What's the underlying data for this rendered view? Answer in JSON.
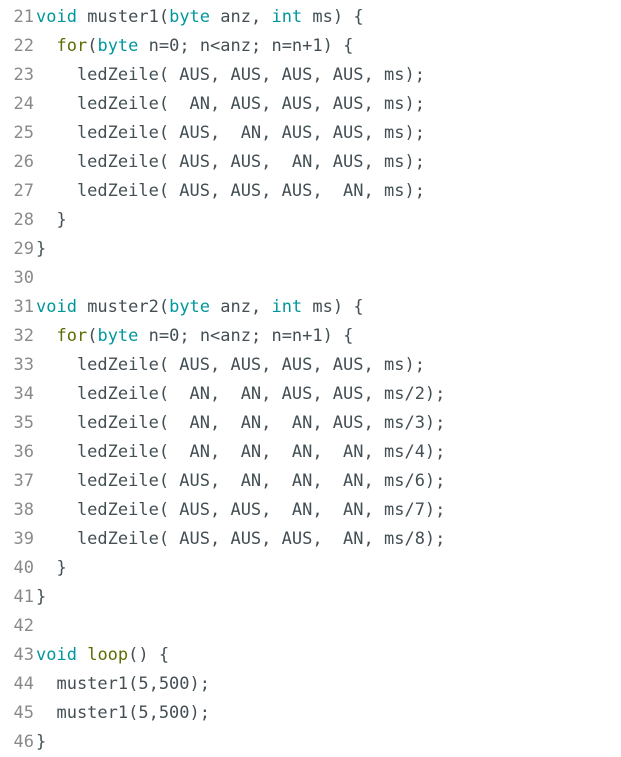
{
  "editor": {
    "colors": {
      "text": "#434f54",
      "keyword": "#00979c",
      "function": "#5e6d03",
      "line_number": "#8a8a8a"
    },
    "lines": [
      {
        "num": "21",
        "segments": [
          {
            "t": "void",
            "c": "kw"
          },
          {
            "t": " muster1(",
            "c": "code"
          },
          {
            "t": "byte",
            "c": "kw"
          },
          {
            "t": " anz, ",
            "c": "code"
          },
          {
            "t": "int",
            "c": "kw"
          },
          {
            "t": " ms) {",
            "c": "code"
          }
        ]
      },
      {
        "num": "22",
        "segments": [
          {
            "t": "  ",
            "c": "code"
          },
          {
            "t": "for",
            "c": "fn"
          },
          {
            "t": "(",
            "c": "code"
          },
          {
            "t": "byte",
            "c": "kw"
          },
          {
            "t": " n=0; n<anz; n=n+1) {",
            "c": "code"
          }
        ]
      },
      {
        "num": "23",
        "segments": [
          {
            "t": "    ledZeile( AUS, AUS, AUS, AUS, ms);",
            "c": "code"
          }
        ]
      },
      {
        "num": "24",
        "segments": [
          {
            "t": "    ledZeile(  AN, AUS, AUS, AUS, ms);",
            "c": "code"
          }
        ]
      },
      {
        "num": "25",
        "segments": [
          {
            "t": "    ledZeile( AUS,  AN, AUS, AUS, ms);",
            "c": "code"
          }
        ]
      },
      {
        "num": "26",
        "segments": [
          {
            "t": "    ledZeile( AUS, AUS,  AN, AUS, ms);",
            "c": "code"
          }
        ]
      },
      {
        "num": "27",
        "segments": [
          {
            "t": "    ledZeile( AUS, AUS, AUS,  AN, ms);",
            "c": "code"
          }
        ]
      },
      {
        "num": "28",
        "segments": [
          {
            "t": "  }",
            "c": "code"
          }
        ]
      },
      {
        "num": "29",
        "segments": [
          {
            "t": "}",
            "c": "code"
          }
        ]
      },
      {
        "num": "30",
        "segments": []
      },
      {
        "num": "31",
        "segments": [
          {
            "t": "void",
            "c": "kw"
          },
          {
            "t": " muster2(",
            "c": "code"
          },
          {
            "t": "byte",
            "c": "kw"
          },
          {
            "t": " anz, ",
            "c": "code"
          },
          {
            "t": "int",
            "c": "kw"
          },
          {
            "t": " ms) {",
            "c": "code"
          }
        ]
      },
      {
        "num": "32",
        "segments": [
          {
            "t": "  ",
            "c": "code"
          },
          {
            "t": "for",
            "c": "fn"
          },
          {
            "t": "(",
            "c": "code"
          },
          {
            "t": "byte",
            "c": "kw"
          },
          {
            "t": " n=0; n<anz; n=n+1) {",
            "c": "code"
          }
        ]
      },
      {
        "num": "33",
        "segments": [
          {
            "t": "    ledZeile( AUS, AUS, AUS, AUS, ms);",
            "c": "code"
          }
        ]
      },
      {
        "num": "34",
        "segments": [
          {
            "t": "    ledZeile(  AN,  AN, AUS, AUS, ms/2);",
            "c": "code"
          }
        ]
      },
      {
        "num": "35",
        "segments": [
          {
            "t": "    ledZeile(  AN,  AN,  AN, AUS, ms/3);",
            "c": "code"
          }
        ]
      },
      {
        "num": "36",
        "segments": [
          {
            "t": "    ledZeile(  AN,  AN,  AN,  AN, ms/4);",
            "c": "code"
          }
        ]
      },
      {
        "num": "37",
        "segments": [
          {
            "t": "    ledZeile( AUS,  AN,  AN,  AN, ms/6);",
            "c": "code"
          }
        ]
      },
      {
        "num": "38",
        "segments": [
          {
            "t": "    ledZeile( AUS, AUS,  AN,  AN, ms/7);",
            "c": "code"
          }
        ]
      },
      {
        "num": "39",
        "segments": [
          {
            "t": "    ledZeile( AUS, AUS, AUS,  AN, ms/8);",
            "c": "code"
          }
        ]
      },
      {
        "num": "40",
        "segments": [
          {
            "t": "  }",
            "c": "code"
          }
        ]
      },
      {
        "num": "41",
        "segments": [
          {
            "t": "}",
            "c": "code"
          }
        ]
      },
      {
        "num": "42",
        "segments": []
      },
      {
        "num": "43",
        "segments": [
          {
            "t": "void",
            "c": "kw"
          },
          {
            "t": " ",
            "c": "code"
          },
          {
            "t": "loop",
            "c": "fn"
          },
          {
            "t": "() {",
            "c": "code"
          }
        ]
      },
      {
        "num": "44",
        "segments": [
          {
            "t": "  muster1(5,500);",
            "c": "code"
          }
        ]
      },
      {
        "num": "45",
        "segments": [
          {
            "t": "  muster1(5,500);",
            "c": "code"
          }
        ]
      },
      {
        "num": "46",
        "segments": [
          {
            "t": "}",
            "c": "code"
          }
        ]
      }
    ]
  }
}
